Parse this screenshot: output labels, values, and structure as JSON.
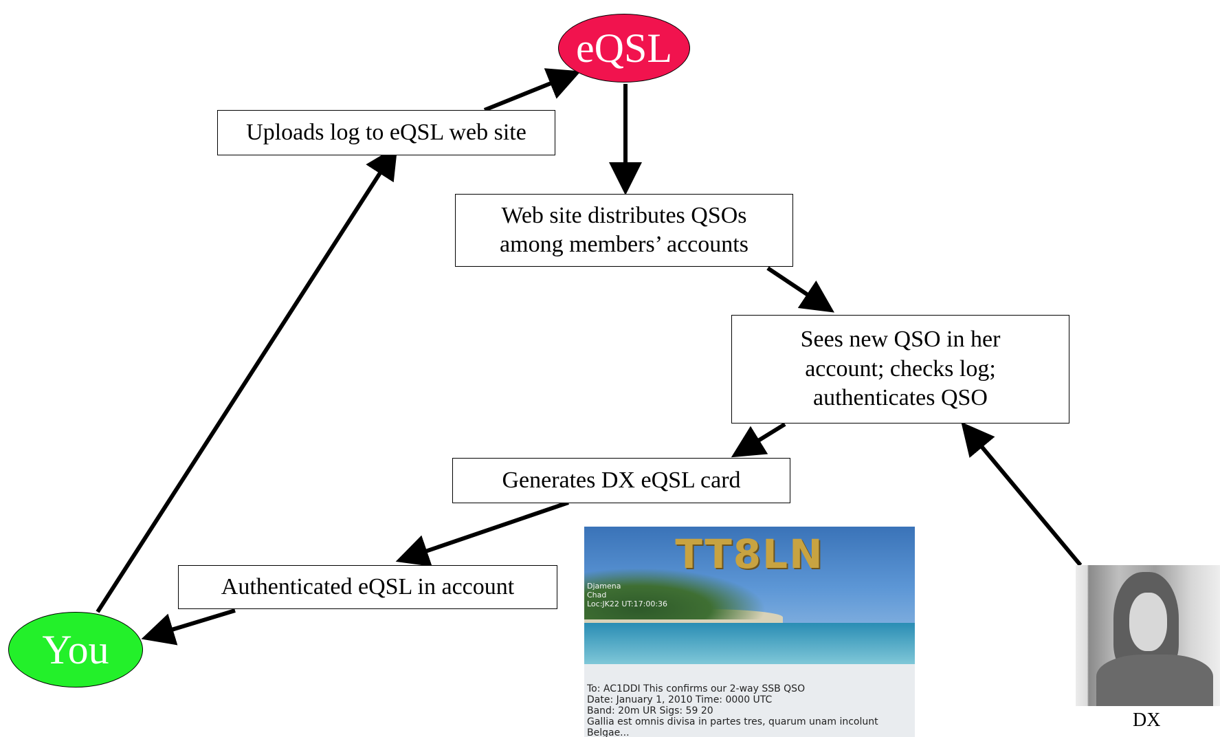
{
  "nodes": {
    "eqsl": {
      "label": "eQSL",
      "color": "#f1134e"
    },
    "you": {
      "label": "You",
      "color": "#23f02a"
    }
  },
  "steps": {
    "upload": "Uploads log to eQSL web site",
    "distribute": [
      "Web site distributes QSOs",
      "among members’ accounts"
    ],
    "sees": [
      "Sees new QSO in her",
      "account; checks log;",
      "authenticates QSO"
    ],
    "generate": "Generates DX eQSL card",
    "authenticated": "Authenticated eQSL in account"
  },
  "card": {
    "callsign": "TT8LN",
    "side_text": "Djamena\nChad\nLoc:JK22 UT:17:00:36",
    "lines": [
      "To: AC1DDI   This confirms our 2-way SSB QSO",
      "Date: January 1, 2010   Time: 0000 UTC",
      "Band: 20m  UR Sigs: 59  20",
      "Gallia est omnis divisa in partes tres, quarum unam incolunt",
      "Belgae..."
    ]
  },
  "dx_label": "DX",
  "colors": {
    "line": "#000000",
    "box_border": "#000000"
  }
}
